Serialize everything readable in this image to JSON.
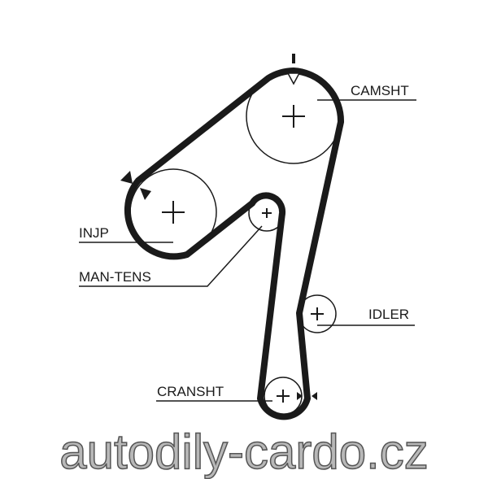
{
  "diagram": {
    "labels": {
      "camshaft": "CAMSHT",
      "injection_pump": "INJP",
      "manual_tensioner": "MAN-TENS",
      "idler": "IDLER",
      "crankshaft": "CRANSHT"
    },
    "watermark": "autodily-cardo.cz",
    "colors": {
      "belt": "#1a1a1a",
      "watermark": "#b8b8b8"
    }
  }
}
